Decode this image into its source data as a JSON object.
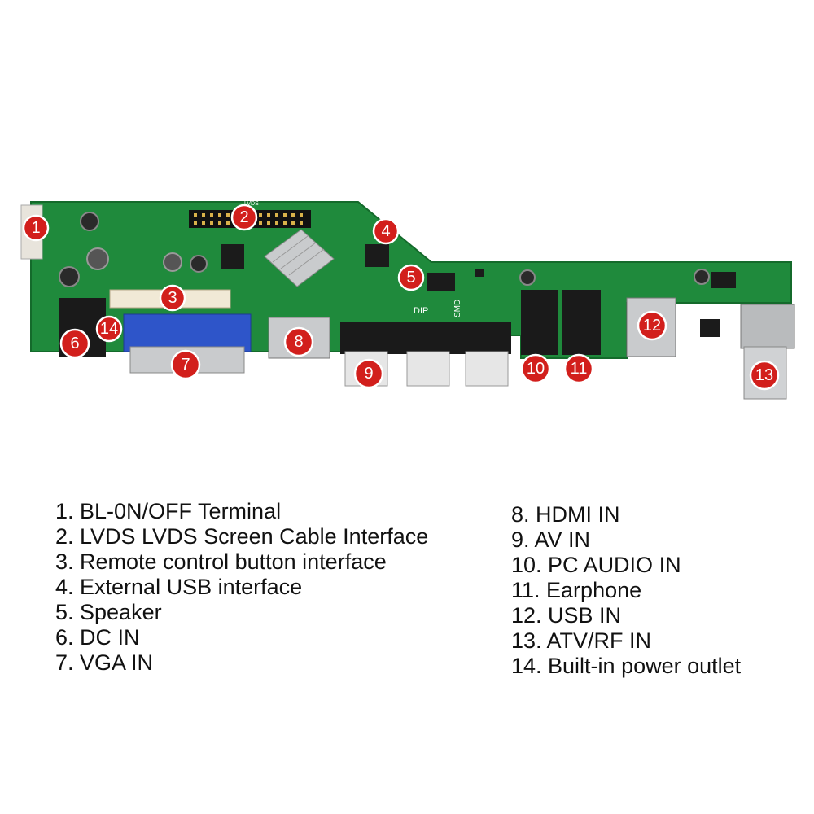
{
  "colors": {
    "pcb_green": "#1f8a3c",
    "pcb_dark_green": "#146a2b",
    "callout_red": "#d21f1c",
    "vga_blue": "#2e55c9",
    "metal_silver": "#c9cbcd",
    "connector_black": "#1a1a1a"
  },
  "board": {
    "silkscreen_labels": [
      "LVDS",
      "DIP",
      "SMD"
    ],
    "callouts": [
      "1",
      "2",
      "3",
      "4",
      "5",
      "6",
      "7",
      "8",
      "9",
      "10",
      "11",
      "12",
      "13",
      "14"
    ]
  },
  "legend": {
    "left": [
      "1. BL-0N/OFF Terminal",
      "2. LVDS LVDS Screen Cable Interface",
      "3. Remote control button interface",
      "4. External USB interface",
      "5. Speaker",
      "6. DC IN",
      "7. VGA IN"
    ],
    "right": [
      "8. HDMI IN",
      "9. AV IN",
      "10. PC AUDIO IN",
      "11. Earphone",
      "12. USB IN",
      "13. ATV/RF IN",
      "14. Built-in power outlet"
    ]
  }
}
